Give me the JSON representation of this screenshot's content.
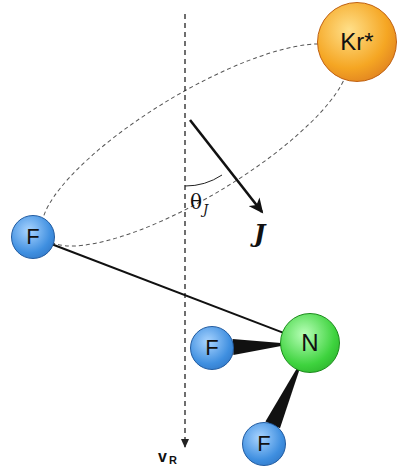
{
  "diagram": {
    "nodes": [
      {
        "text": [
          "Kr*"
        ]
      },
      {
        "text": [
          "F"
        ]
      },
      {
        "text": [
          "N"
        ]
      },
      {
        "text": [
          "F"
        ]
      },
      {
        "text": [
          "F"
        ]
      }
    ],
    "edges": [
      {
        "from": 1,
        "to": 2,
        "arrow": "none"
      },
      {
        "from": 2,
        "to": 3,
        "arrow": "none"
      },
      {
        "from": 2,
        "to": 4,
        "arrow": "none"
      }
    ],
    "labels": [
      "θ",
      "J",
      "J",
      "v",
      "R"
    ]
  }
}
